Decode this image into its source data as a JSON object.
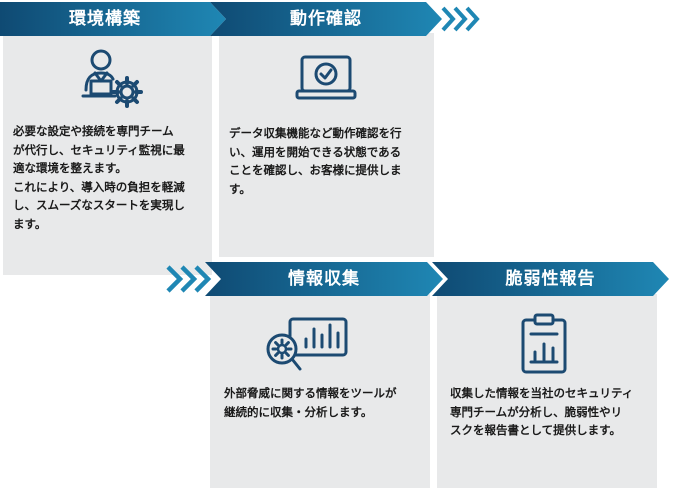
{
  "colors": {
    "banner_dark": "#0f4a73",
    "banner_light": "#1f87b4",
    "icon": "#1c4a72",
    "card_bg": "#e8e9ea"
  },
  "steps": [
    {
      "title": "環境構築",
      "icon": "person-gear-icon",
      "description": "必要な設定や接続を専門チーム\nが代行し、セキュリティ監視に最\n適な環境を整えます。\nこれにより、導入時の負担を軽減\nし、スムーズなスタートを実現し\nます。"
    },
    {
      "title": "動作確認",
      "icon": "laptop-check-icon",
      "description": "データ収集機能など動作確認を行\nい、運用を開始できる状態である\nことを確認し、お客様に提供しま\nす。"
    },
    {
      "title": "情報収集",
      "icon": "analytics-search-icon",
      "description": "外部脅威に関する情報をツールが\n継続的に収集・分析します。"
    },
    {
      "title": "脆弱性報告",
      "icon": "clipboard-report-icon",
      "description": "収集した情報を当社のセキュリティ\n専門チームが分析し、脆弱性やリ\nスクを報告書として提供します。"
    }
  ]
}
